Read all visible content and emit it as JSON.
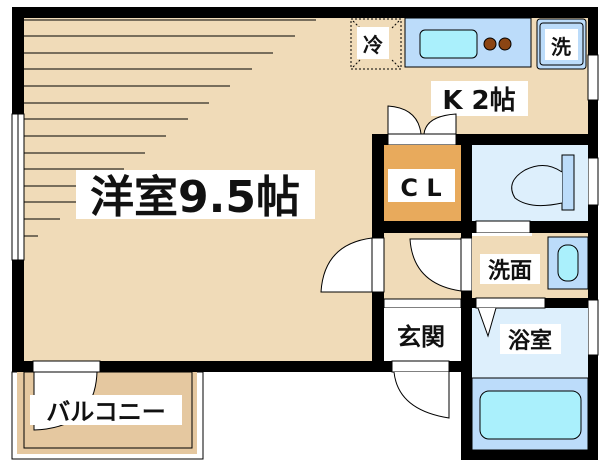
{
  "plan": {
    "rooms": {
      "western_room": "洋室9.5帖",
      "kitchen": "K 2帖",
      "closet": "C L",
      "washroom": "洗面",
      "bathroom": "浴室",
      "entrance": "玄関",
      "balcony": "バルコニー"
    },
    "fixtures": {
      "fridge": "冷",
      "washer": "洗"
    }
  },
  "colors": {
    "floor": "#f0dbb8",
    "wall": "#000000",
    "closet": "#e8aa5c",
    "wet_area": "#ddeffc",
    "fixture_blue": "#bcdcfa",
    "water": "#aaf0fc",
    "balcony": "#e5c8a0",
    "burner": "#8b4513"
  }
}
